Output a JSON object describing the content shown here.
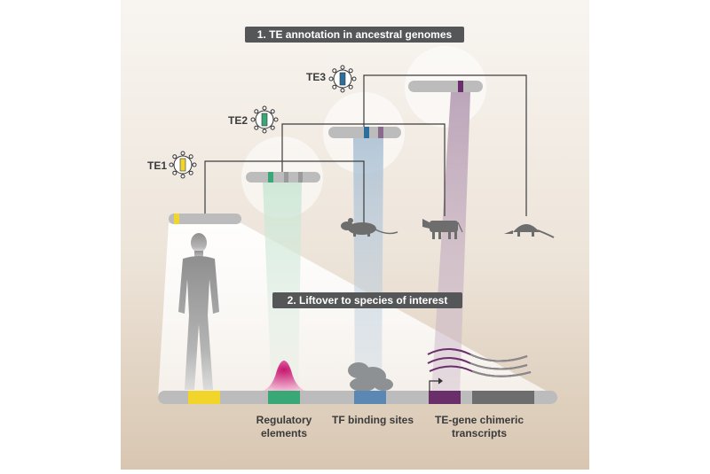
{
  "title": "1. TE annotation in ancestral genomes",
  "step2": "2. Liftover to species of interest",
  "te_labels": [
    "TE1",
    "TE2",
    "TE3"
  ],
  "bottom_labels": [
    {
      "line1": "Regulatory",
      "line2": "elements"
    },
    {
      "line1": "TF binding sites",
      "line2": ""
    },
    {
      "line1": "TE-gene chimeric",
      "line2": "transcripts"
    }
  ],
  "colors": {
    "te1": "#f2d52b",
    "te2": "#3aa776",
    "te3": "#2d6f9c",
    "purple": "#6a2e6b",
    "magenta": "#c7176f",
    "chromosome": "#bcbcbc",
    "banner": "#555657"
  },
  "icons": [
    "virus-icon",
    "human-silhouette-icon",
    "mouse-icon",
    "cow-icon",
    "armadillo-icon",
    "arrow-icon"
  ]
}
